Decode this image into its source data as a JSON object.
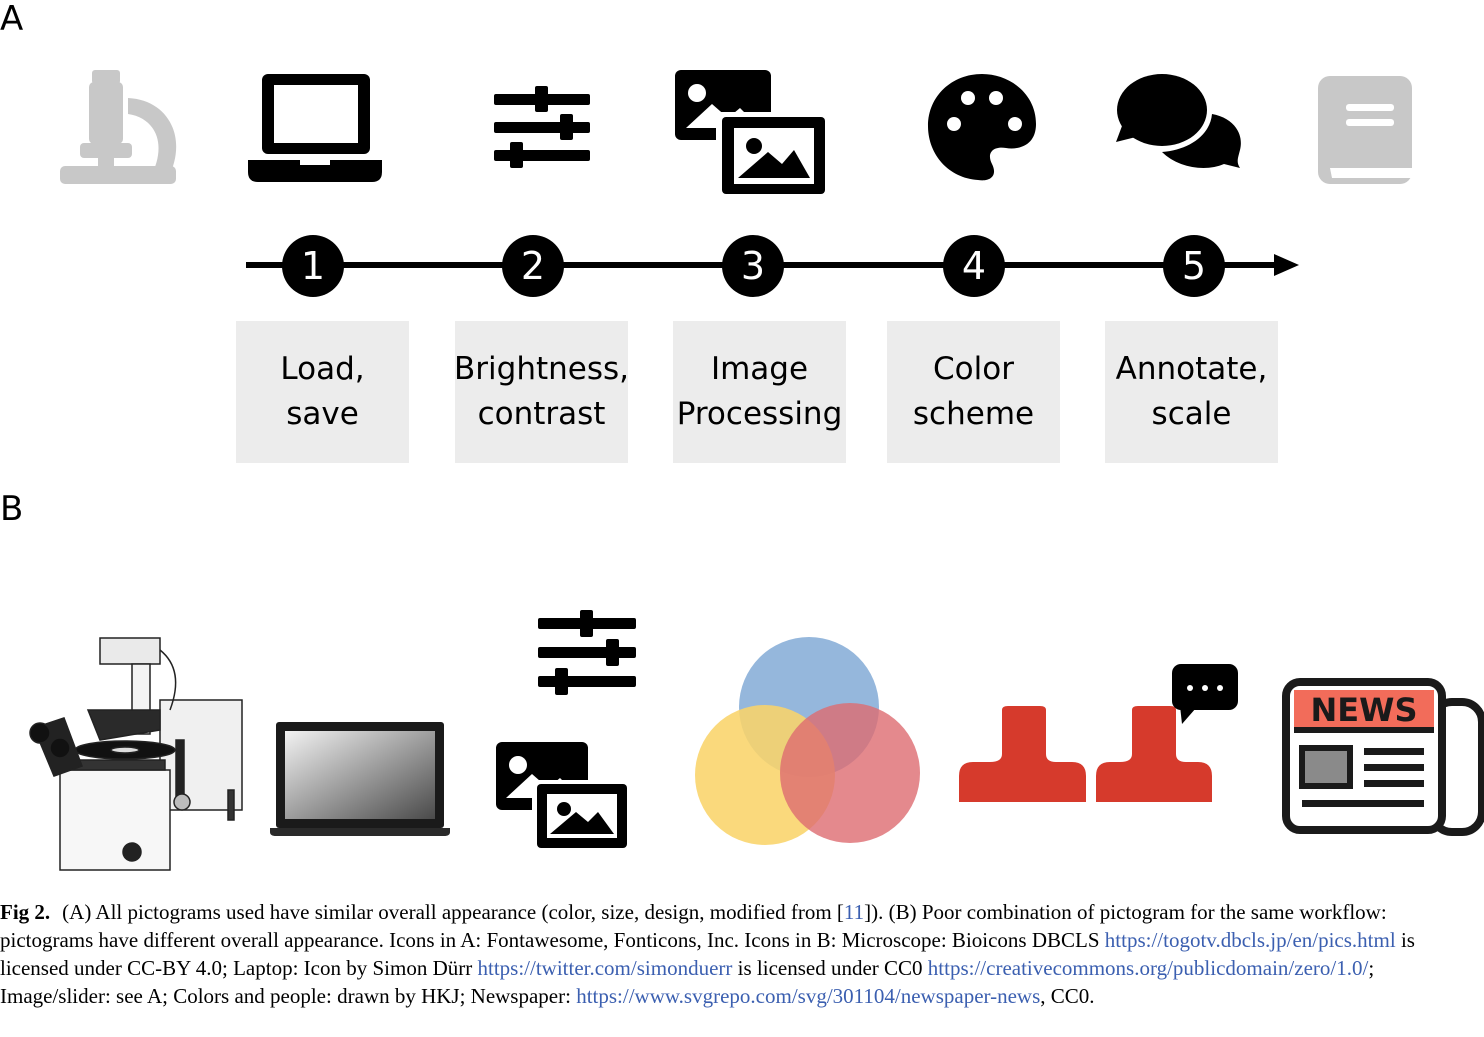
{
  "panels": {
    "a": "A",
    "b": "B"
  },
  "icons_a": [
    "microscope-icon",
    "laptop-icon",
    "sliders-icon",
    "images-icon",
    "palette-icon",
    "comments-icon",
    "book-icon"
  ],
  "icons_b": [
    "microscope-photo-icon",
    "laptop-photo-icon",
    "sliders-icon",
    "images-icon",
    "color-circles-icon",
    "people-chat-icon",
    "newspaper-icon"
  ],
  "steps": [
    {
      "num": "1",
      "line1": "Load,",
      "line2": "save"
    },
    {
      "num": "2",
      "line1": "Brightness,",
      "line2": "contrast"
    },
    {
      "num": "3",
      "line1": "Image",
      "line2": "Processing"
    },
    {
      "num": "4",
      "line1": "Color",
      "line2": "scheme"
    },
    {
      "num": "5",
      "line1": "Annotate,",
      "line2": "scale"
    }
  ],
  "newspaper_text": "NEWS",
  "colors": {
    "gray": "#c8c8c8",
    "box": "#ececec",
    "blue": "#8fb3da",
    "yellow": "#f9d46a",
    "red": "#dd6b70",
    "person": "#d63a2c",
    "link": "#3b5fb0"
  },
  "caption": {
    "label": "Fig 2.",
    "t1": "(A) All pictograms used have similar overall appearance (color, size, design, modified from [",
    "ref": "11",
    "t2": "]). (B) Poor combination of pictogram for the same workflow: pictograms have different overall appearance. Icons in A: Fontawesome, Fonticons, Inc. Icons in B: Microscope: Bioicons DBCLS ",
    "link1": "https://togotv.dbcls.jp/en/pics.html",
    "t3": " is licensed under CC-BY 4.0; Laptop: Icon by Simon Dürr ",
    "link2": "https://twitter.com/simonduerr",
    "t4": " is licensed under CC0 ",
    "link3": "https://creativecommons.org/publicdomain/zero/1.0/",
    "t5": "; Image/slider: see A; Colors and people: drawn by HKJ; Newspaper: ",
    "link4": "https://www.svgrepo.com/svg/301104/newspaper-news",
    "t6": ", CC0."
  }
}
